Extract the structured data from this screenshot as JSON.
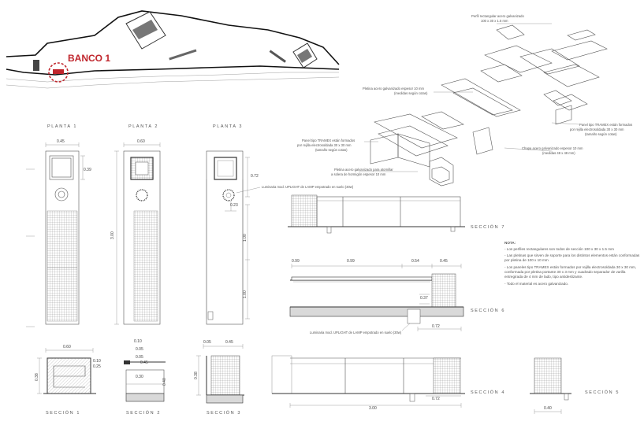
{
  "site_plan": {
    "label": "BANCO 1"
  },
  "plan_titles": {
    "p1": "PLANTA 1",
    "p2": "PLANTA 2",
    "p3": "PLANTA 3"
  },
  "section_titles": {
    "s1": "SECCIÓN 1",
    "s2": "SECCIÓN 2",
    "s3": "SECCIÓN 3",
    "s4": "SECCIÓN 4",
    "s5": "SECCIÓN 5",
    "s6": "SECCIÓN 6",
    "s7": "SECCIÓN 7"
  },
  "dimensions": {
    "p1_w": "0.45",
    "p2_w": "0.60",
    "p1_side": "0.39",
    "p3_side": "0.72",
    "p3_r": "0.23",
    "p2_len": "3.00",
    "p3_seg1": "1.00",
    "p3_seg2": "1.00",
    "s6_a": "0.99",
    "s6_b": "0.99",
    "s6_c": "0.54",
    "s6_d": "0.45",
    "s6_e": "0.37",
    "s6_f": "0.72",
    "s1_w": "0.60",
    "s1_h": "0.38",
    "s1_a": "0.25",
    "s1_b": "0.10",
    "s2_a": "0.10",
    "s2_b": "0.05",
    "s2_c": "0.05",
    "s2_d": "0.45",
    "s2_e": "0.30",
    "s2_f": "0.40",
    "s3_a": "0.05",
    "s3_b": "0.45",
    "s3_h": "0.38",
    "s4_len": "3.00",
    "s4_b": "0.72",
    "s5_w": "0.40"
  },
  "callouts": {
    "c1": "Perfil rectangular acero galvanizado",
    "c1b": "100 x 30 x 1.5 mm",
    "c2": "Pletina acero galvanizado espesor 10 mm",
    "c2b": "(medidas según cotas)",
    "c3": "Panel tipo TRAMEX están formados",
    "c3b": "por rejilla electrosoldada 30 x 30 mm",
    "c3c": "(tamaño según cotas)",
    "c4": "Chapa acero galvanizado espesor 10 mm",
    "c4b": "(medidas 48 x 48 mm)",
    "c5": "Panel tipo TRAMEX están formados",
    "c5b": "por rejilla electrosoldada 30 x 30 mm",
    "c5c": "(tamaño según cotas)",
    "c6": "Pletina acero galvanizado para atornillar",
    "c6b": "a solera de hormigón espesor 10 mm",
    "lum1": "Luminaria mod. UPLIGHT de LAMP empotrado en suelo (30w)",
    "lum2": "Luminaria mod. UPLIGHT de LAMP empotrado en suelo (30w)"
  },
  "notes": {
    "title": "NOTA:",
    "lines": [
      "- Los perfiles rectangulares son todos de sección 100 x 30 x 1.5 mm",
      "- Las pletinas que sirven de soporte para los distintos elementos están conformadas",
      "  por pletina de 100 x 10 mm",
      "- Los paneles tipo TRAMEX están formados por rejilla electrosoldada 30 x 30 mm,",
      "  conformada por pletina portante 30 x 3 mm y cuadrado separador de varilla",
      "  entregirada de 4 mm de lado, tipo antideslizante.",
      "- Todo el material es acero galvanizado."
    ]
  }
}
